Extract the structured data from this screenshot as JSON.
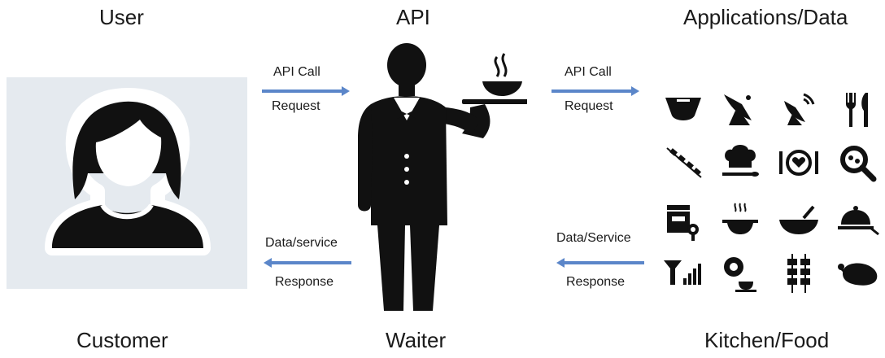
{
  "columns": {
    "user": {
      "heading": "User",
      "caption": "Customer"
    },
    "api": {
      "heading": "API",
      "caption": "Waiter"
    },
    "apps": {
      "heading": "Applications/Data",
      "caption": "Kitchen/Food"
    }
  },
  "flows": {
    "left_request": {
      "top": "API Call",
      "bottom": "Request"
    },
    "right_request": {
      "top": "API Call",
      "bottom": "Request"
    },
    "left_response": {
      "top": "Data/service",
      "bottom": "Response"
    },
    "right_response": {
      "top": "Data/Service",
      "bottom": "Response"
    }
  },
  "colors": {
    "arrow": "#5b86c9",
    "panel": "#e5eaef",
    "figure": "#111111"
  },
  "food_icons": [
    "bowl-icon",
    "satellite-dish-icon",
    "antenna-dish-icon",
    "fork-knife-icon",
    "skewer-icon",
    "chef-hat-icon",
    "plate-heart-icon",
    "food-search-icon",
    "blender-icon",
    "steaming-dish-icon",
    "mortar-bowl-icon",
    "cloche-icon",
    "signal-bars-icon",
    "cup-saucer-icon",
    "kebab-icon",
    "roast-chicken-icon"
  ]
}
